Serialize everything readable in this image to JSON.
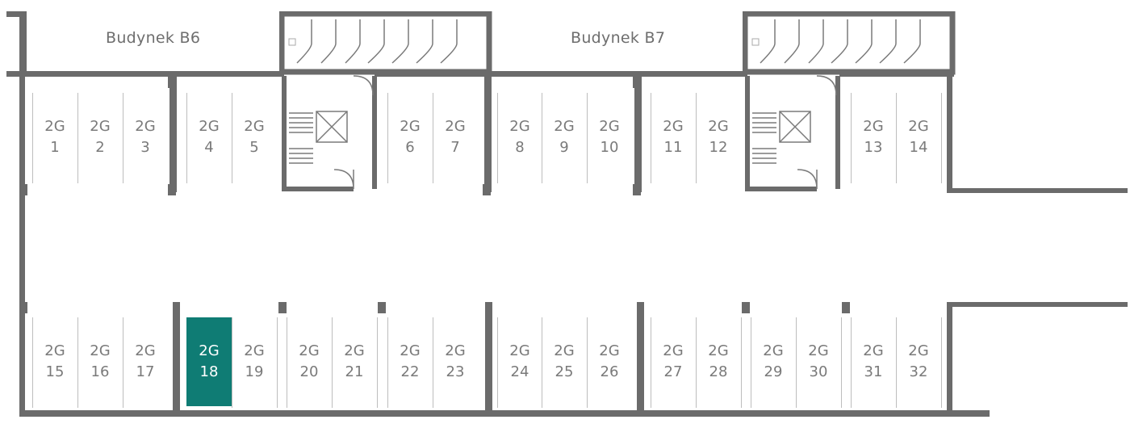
{
  "buildings": {
    "b6": "Budynek B6",
    "b7": "Budynek B7"
  },
  "spots": [
    {
      "prefix": "2G",
      "number": "1"
    },
    {
      "prefix": "2G",
      "number": "2"
    },
    {
      "prefix": "2G",
      "number": "3"
    },
    {
      "prefix": "2G",
      "number": "4"
    },
    {
      "prefix": "2G",
      "number": "5"
    },
    {
      "prefix": "2G",
      "number": "6"
    },
    {
      "prefix": "2G",
      "number": "7"
    },
    {
      "prefix": "2G",
      "number": "8"
    },
    {
      "prefix": "2G",
      "number": "9"
    },
    {
      "prefix": "2G",
      "number": "10"
    },
    {
      "prefix": "2G",
      "number": "11"
    },
    {
      "prefix": "2G",
      "number": "12"
    },
    {
      "prefix": "2G",
      "number": "13"
    },
    {
      "prefix": "2G",
      "number": "14"
    },
    {
      "prefix": "2G",
      "number": "15"
    },
    {
      "prefix": "2G",
      "number": "16"
    },
    {
      "prefix": "2G",
      "number": "17"
    },
    {
      "prefix": "2G",
      "number": "18",
      "selected": true
    },
    {
      "prefix": "2G",
      "number": "19"
    },
    {
      "prefix": "2G",
      "number": "20"
    },
    {
      "prefix": "2G",
      "number": "21"
    },
    {
      "prefix": "2G",
      "number": "22"
    },
    {
      "prefix": "2G",
      "number": "23"
    },
    {
      "prefix": "2G",
      "number": "24"
    },
    {
      "prefix": "2G",
      "number": "25"
    },
    {
      "prefix": "2G",
      "number": "26"
    },
    {
      "prefix": "2G",
      "number": "27"
    },
    {
      "prefix": "2G",
      "number": "28"
    },
    {
      "prefix": "2G",
      "number": "29"
    },
    {
      "prefix": "2G",
      "number": "30"
    },
    {
      "prefix": "2G",
      "number": "31"
    },
    {
      "prefix": "2G",
      "number": "32"
    }
  ],
  "colors": {
    "wall": "#6b6b6b",
    "selected": "#0f7c74",
    "label": "#7a7a7a"
  }
}
